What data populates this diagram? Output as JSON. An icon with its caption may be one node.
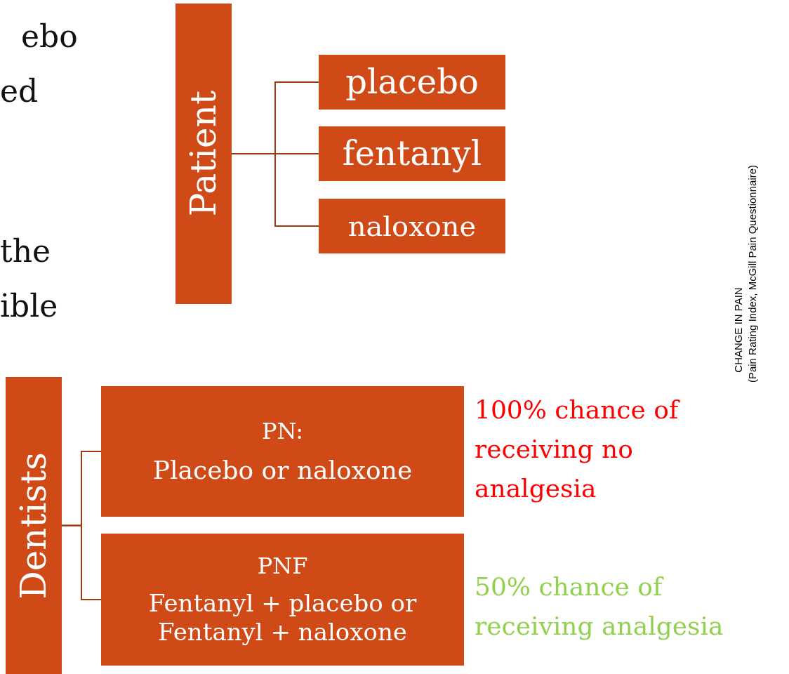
{
  "diagram": {
    "nodes": [
      {
        "text": [
          "Patient"
        ]
      },
      {
        "text": [
          "placebo"
        ]
      },
      {
        "text": [
          "fentanyl"
        ]
      },
      {
        "text": [
          "naloxone"
        ]
      },
      {
        "text": [
          "Dentists"
        ]
      },
      {
        "text": [
          "PN:",
          "Placebo or naloxone"
        ],
        "beside": [
          "100% chance of receiving no analgesia"
        ]
      },
      {
        "text": [
          "PNF",
          "Fentanyl + placebo or Fentanyl + naloxone"
        ],
        "beside": [
          "50% chance of receiving analgesia"
        ]
      }
    ],
    "edges": [
      {
        "from": 0,
        "to": 1,
        "arrow": "none"
      },
      {
        "from": 0,
        "to": 2,
        "arrow": "none"
      },
      {
        "from": 0,
        "to": 3,
        "arrow": "none"
      },
      {
        "from": 4,
        "to": 5,
        "arrow": "none"
      },
      {
        "from": 4,
        "to": 6,
        "arrow": "none"
      }
    ],
    "labels": [
      "ebo",
      "ed",
      "the",
      "ible",
      "CHANGE IN PAIN",
      "(Pain Rating Index, McGill Pain Questionnaire)"
    ]
  }
}
